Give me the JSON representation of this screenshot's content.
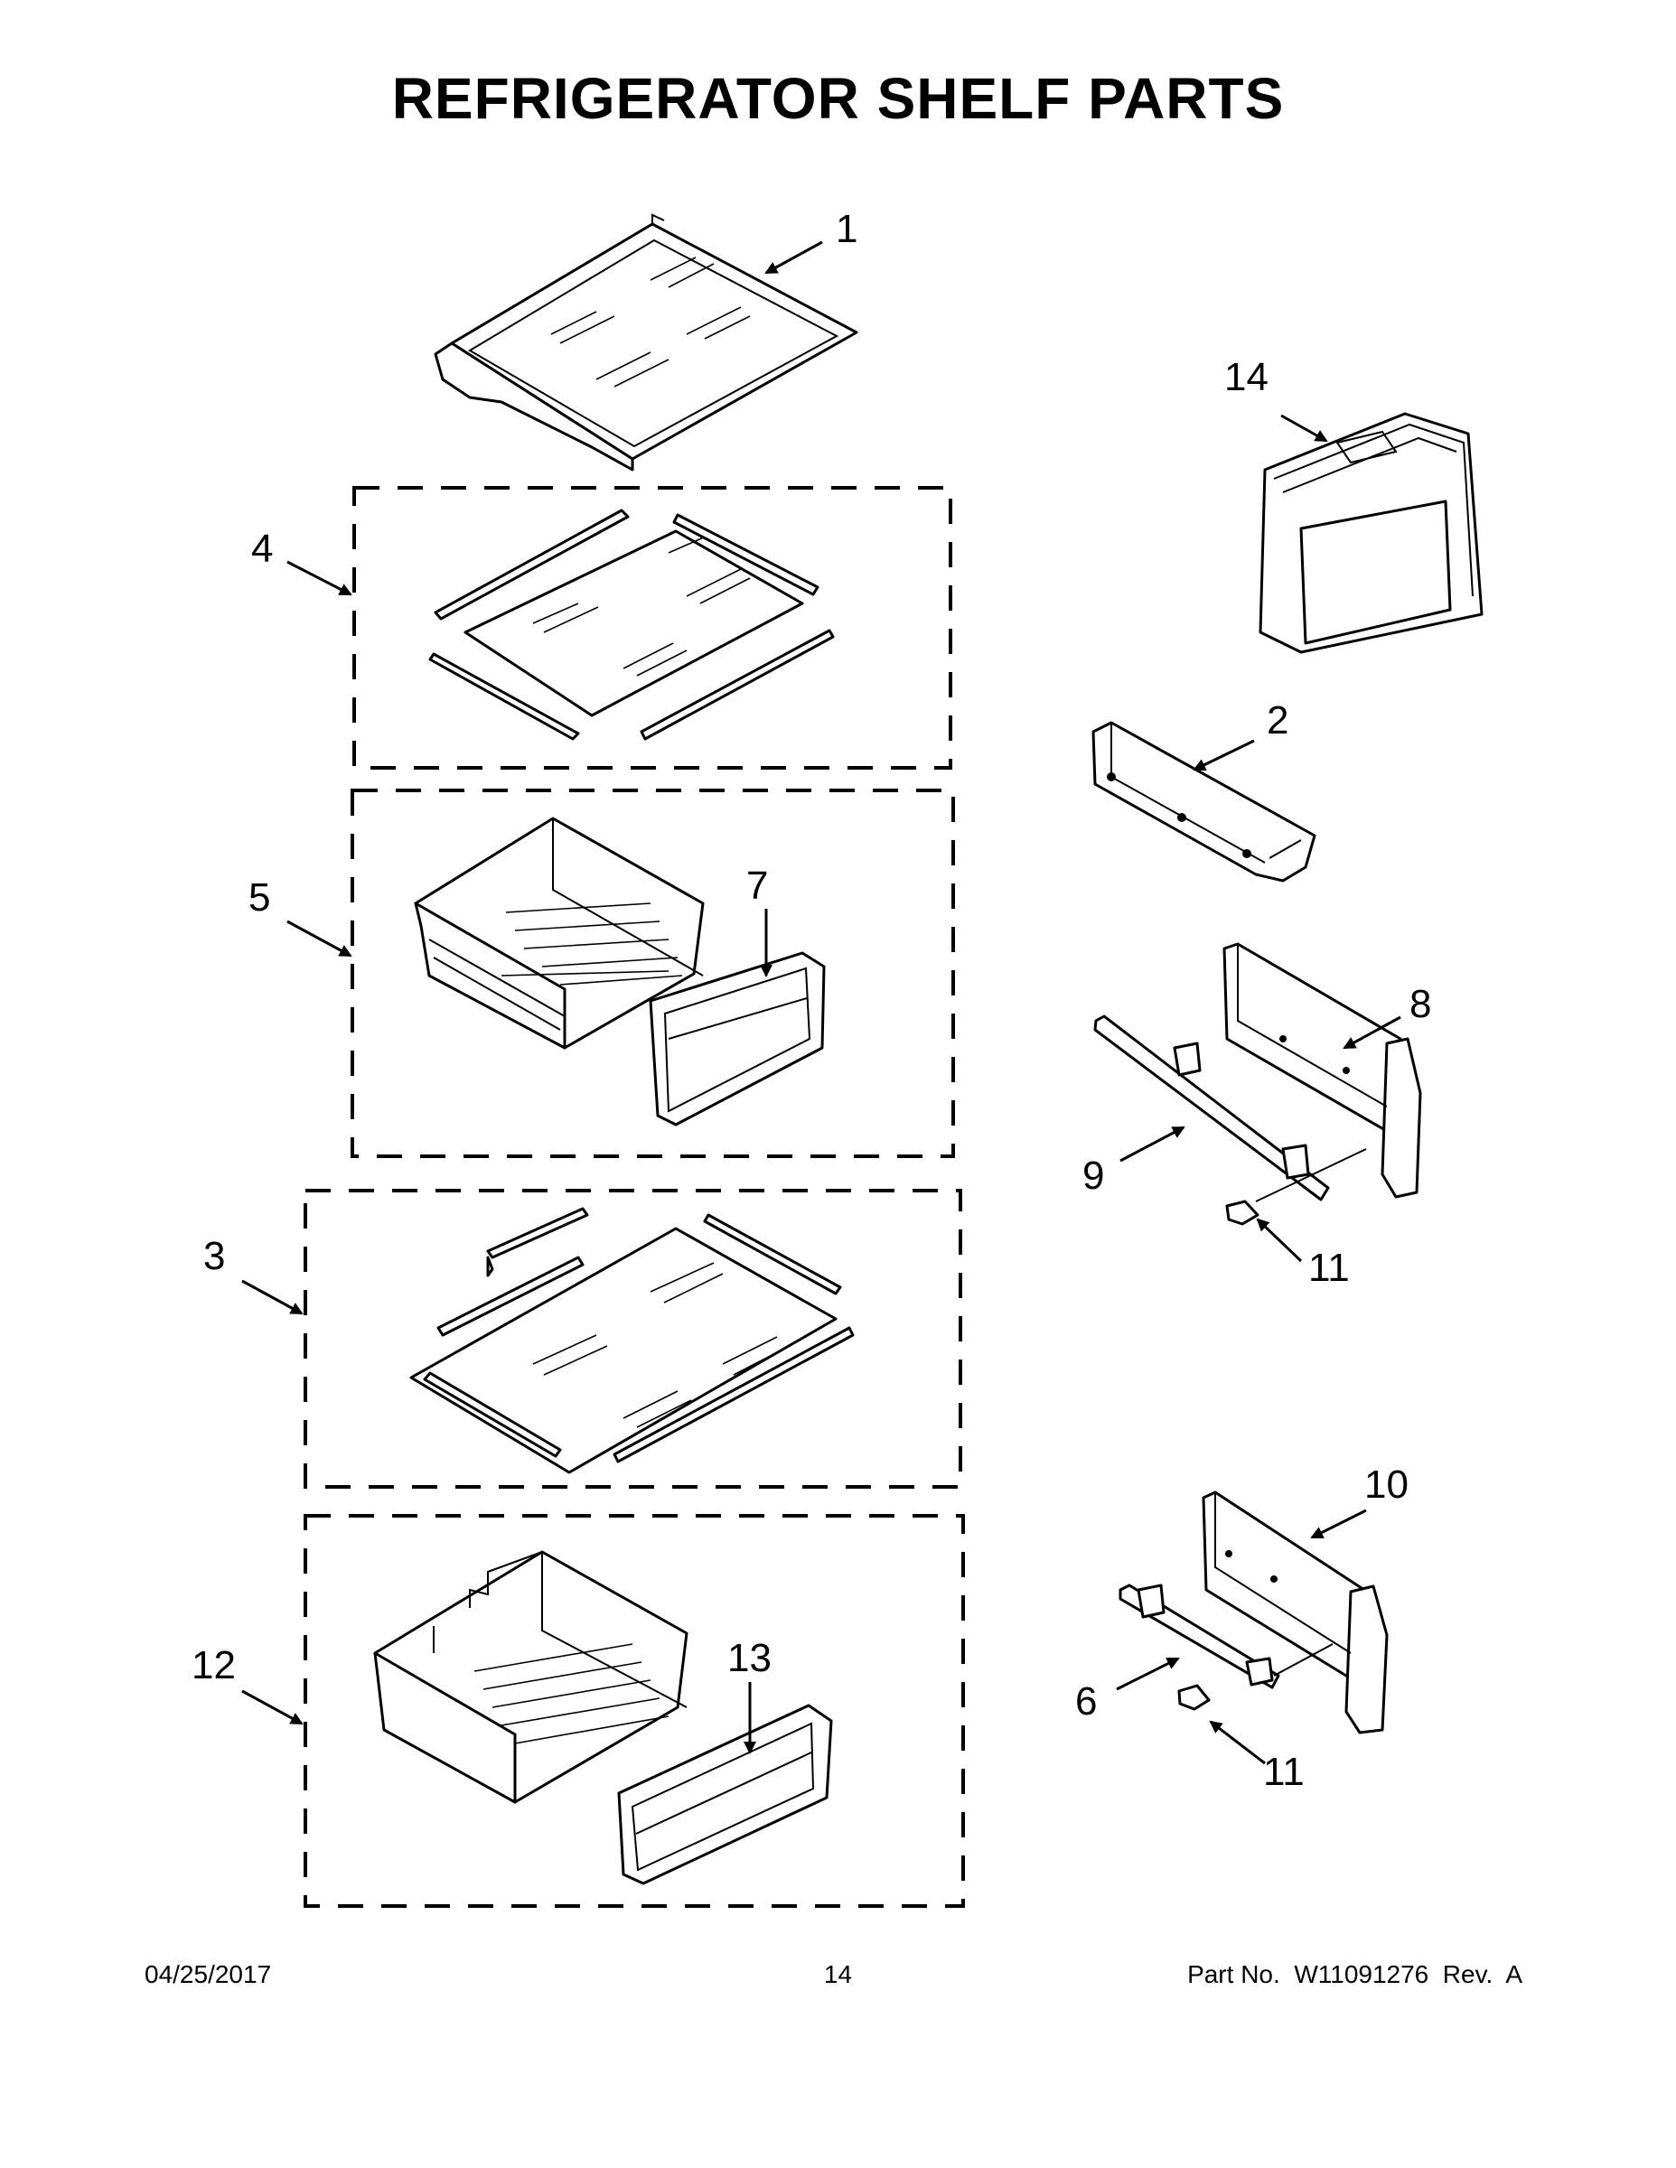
{
  "page": {
    "title": "REFRIGERATOR SHELF PARTS"
  },
  "callouts": [
    {
      "id": "c1",
      "label": "1",
      "part": "shelf-assembly"
    },
    {
      "id": "c2",
      "label": "2",
      "part": "shelf-rail"
    },
    {
      "id": "c3",
      "label": "3",
      "part": "lower-glass-shelf-kit"
    },
    {
      "id": "c4",
      "label": "4",
      "part": "upper-glass-shelf-kit"
    },
    {
      "id": "c5",
      "label": "5",
      "part": "upper-crisper-pan"
    },
    {
      "id": "c6",
      "label": "6",
      "part": "lower-slide-rail"
    },
    {
      "id": "c7",
      "label": "7",
      "part": "upper-crisper-cover"
    },
    {
      "id": "c8",
      "label": "8",
      "part": "upper-crisper-bracket"
    },
    {
      "id": "c9",
      "label": "9",
      "part": "upper-slide-rail"
    },
    {
      "id": "c10",
      "label": "10",
      "part": "lower-crisper-bracket"
    },
    {
      "id": "c11a",
      "label": "11",
      "part": "screw-upper"
    },
    {
      "id": "c11b",
      "label": "11",
      "part": "screw-lower"
    },
    {
      "id": "c12",
      "label": "12",
      "part": "lower-crisper-pan"
    },
    {
      "id": "c13",
      "label": "13",
      "part": "lower-crisper-cover"
    },
    {
      "id": "c14",
      "label": "14",
      "part": "deli-drawer"
    }
  ],
  "footer": {
    "date": "04/25/2017",
    "page_number": "14",
    "part_info": "Part No.  W11091276  Rev.  A"
  }
}
